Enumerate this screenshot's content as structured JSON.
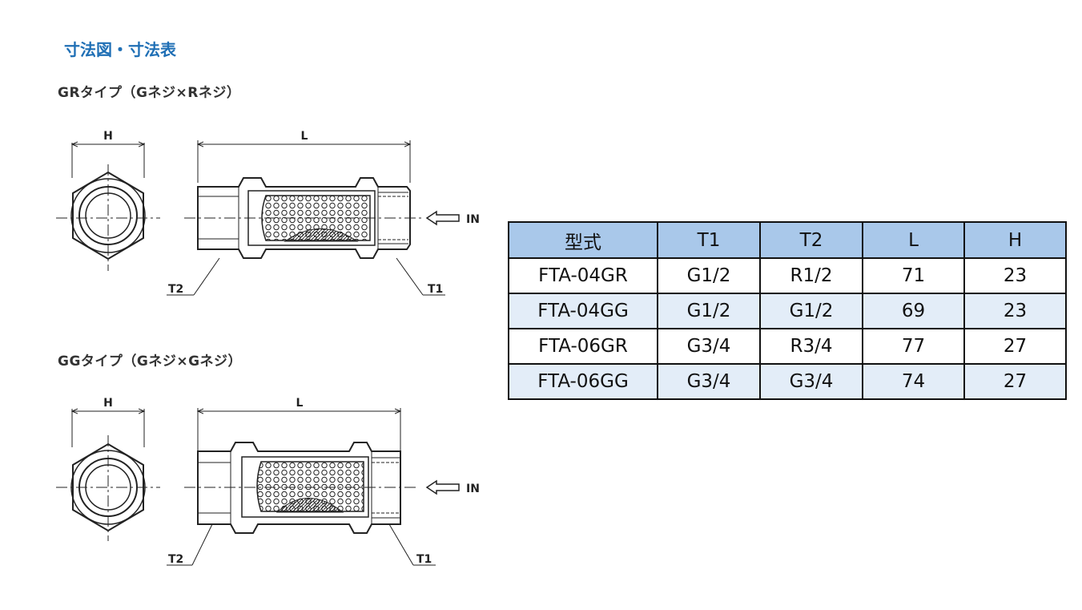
{
  "heading": "寸法図・寸法表",
  "gr_type": {
    "title": "GRタイプ（Gネジ×Rネジ）",
    "label_h": "H",
    "label_l": "L",
    "label_t1": "T1",
    "label_t2": "T2",
    "label_in": "IN"
  },
  "gg_type": {
    "title": "GGタイプ（Gネジ×Gネジ）",
    "label_h": "H",
    "label_l": "L",
    "label_t1": "T1",
    "label_t2": "T2",
    "label_in": "IN"
  },
  "table": {
    "headers": [
      "型式",
      "T1",
      "T2",
      "L",
      "H"
    ],
    "rows": [
      [
        "FTA-04GR",
        "G1/2",
        "R1/2",
        "71",
        "23"
      ],
      [
        "FTA-04GG",
        "G1/2",
        "G1/2",
        "69",
        "23"
      ],
      [
        "FTA-06GR",
        "G3/4",
        "R3/4",
        "77",
        "27"
      ],
      [
        "FTA-06GG",
        "G3/4",
        "G3/4",
        "74",
        "27"
      ]
    ]
  },
  "colors": {
    "heading": "#1f6fb5",
    "table_header_bg": "#a9c8ea",
    "table_alt_row_bg": "#e3edf8"
  }
}
